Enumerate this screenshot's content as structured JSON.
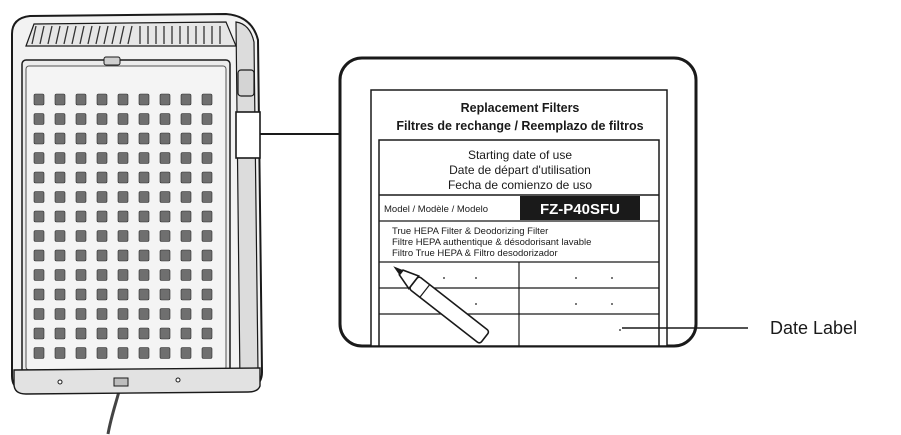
{
  "label": {
    "title_line1": "Replacement Filters",
    "title_line2": "Filtres de rechange / Reemplazo de filtros",
    "date_line1": "Starting date of use",
    "date_line2": "Date de départ d'utilisation",
    "date_line3": "Fecha de comienzo de uso",
    "model_caption": "Model / Modèle / Modelo",
    "model_number": "FZ-P40SFU",
    "filter_line1": "True HEPA Filter & Deodorizing Filter",
    "filter_line2": "Filtre HEPA authentique & désodorisant lavable",
    "filter_line3": "Filtro True HEPA & Filtro desodorizador"
  },
  "callout": {
    "date_label": "Date Label"
  },
  "colors": {
    "line": "#1a1a1a",
    "model_badge": "#1a1a1a",
    "model_badge_text": "#ffffff",
    "grid_cell": "#6f6f6f"
  }
}
